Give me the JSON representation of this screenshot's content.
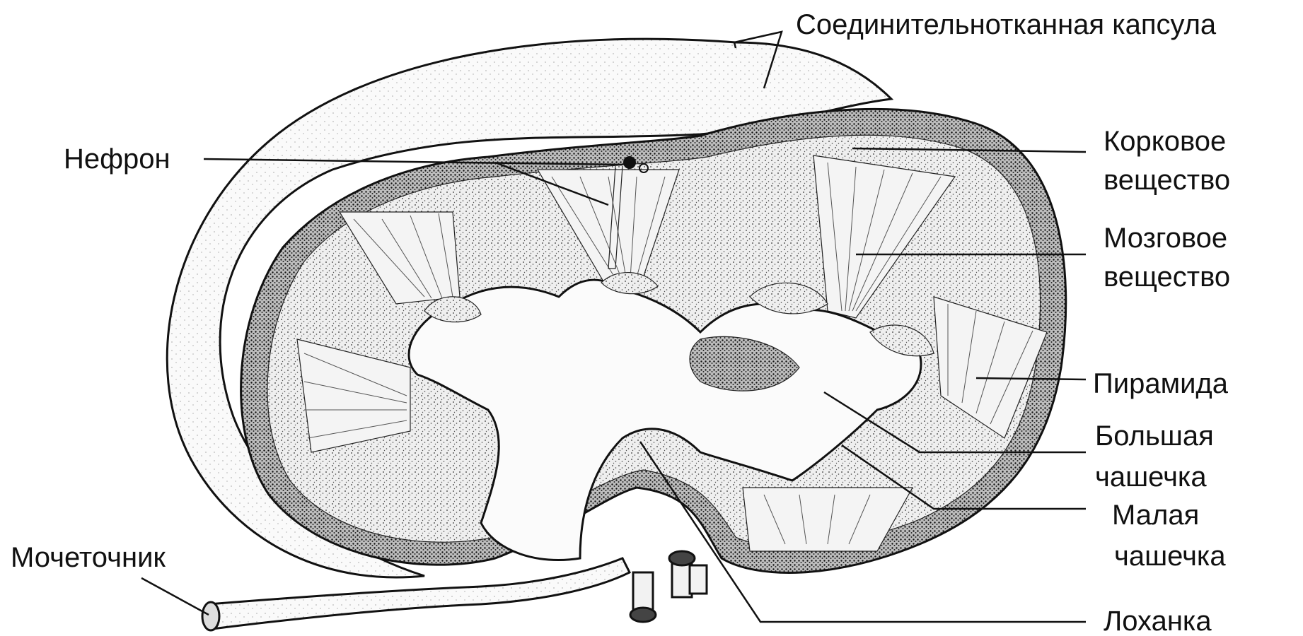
{
  "labels": {
    "capsule": "Соединительнотканная капсула",
    "nephron": "Нефрон",
    "cortex_l1": "Корковое",
    "cortex_l2": "вещество",
    "medulla_l1": "Мозговое",
    "medulla_l2": "вещество",
    "pyramid": "Пирамида",
    "major_calyx_l1": "Большая",
    "major_calyx_l2": "чашечка",
    "minor_calyx_l1": "Малая",
    "minor_calyx_l2": "чашечка",
    "ureter": "Мочеточник",
    "pelvis": "Лоханка"
  }
}
